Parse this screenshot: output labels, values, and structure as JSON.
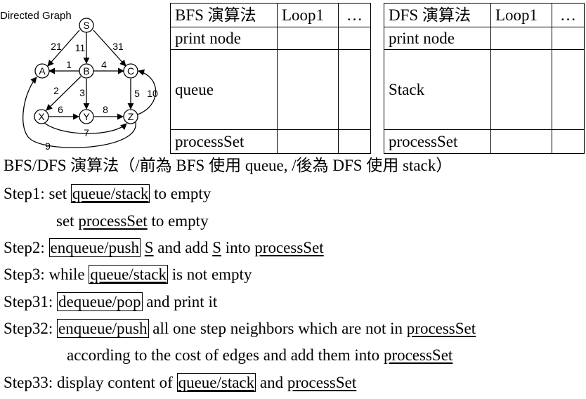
{
  "graph": {
    "title": "Directed Graph",
    "nodes": [
      {
        "id": "S",
        "label": "S"
      },
      {
        "id": "A",
        "label": "A"
      },
      {
        "id": "B",
        "label": "B"
      },
      {
        "id": "C",
        "label": "C"
      },
      {
        "id": "X",
        "label": "X"
      },
      {
        "id": "Y",
        "label": "Y"
      },
      {
        "id": "Z",
        "label": "Z"
      }
    ],
    "edges": [
      {
        "from": "S",
        "to": "A",
        "weight": "21"
      },
      {
        "from": "S",
        "to": "B",
        "weight": "11"
      },
      {
        "from": "S",
        "to": "C",
        "weight": "31"
      },
      {
        "from": "B",
        "to": "A",
        "weight": "1"
      },
      {
        "from": "B",
        "to": "C",
        "weight": "4"
      },
      {
        "from": "B",
        "to": "X",
        "weight": "2"
      },
      {
        "from": "B",
        "to": "Y",
        "weight": "3"
      },
      {
        "from": "C",
        "to": "Z",
        "weight": "5"
      },
      {
        "from": "Z",
        "to": "C",
        "weight": "10"
      },
      {
        "from": "X",
        "to": "Y",
        "weight": "6"
      },
      {
        "from": "Y",
        "to": "Z",
        "weight": "8"
      },
      {
        "from": "X",
        "to": "Z",
        "weight": "7"
      },
      {
        "from": "Z",
        "to": "A",
        "weight": "9"
      }
    ]
  },
  "bfs_table": {
    "header": [
      "BFS 演算法",
      "Loop1",
      "…"
    ],
    "rows": [
      "print node",
      "queue",
      "processSet"
    ]
  },
  "dfs_table": {
    "header": [
      "DFS 演算法",
      "Loop1",
      "…"
    ],
    "rows": [
      "print node",
      "Stack",
      "processSet"
    ]
  },
  "steps": {
    "title": "BFS/DFS 演算法（/前為 BFS 使用 queue, /後為 DFS 使用 stack）",
    "step1_a": "Step1: set ",
    "step1_b": "queue/stack",
    "step1_c": " to empty",
    "step1b_a": "set ",
    "step1b_b": "processSet",
    "step1b_c": " to empty",
    "step2_a": "Step2: ",
    "step2_b": "enqueue/push",
    "step2_c": " ",
    "step2_d": "S",
    "step2_e": " and add ",
    "step2_f": "S",
    "step2_g": " into ",
    "step2_h": "processSet",
    "step3_a": "Step3: while ",
    "step3_b": "queue/stack",
    "step3_c": " is not empty",
    "step31_a": "Step31: ",
    "step31_b": "dequeue/pop",
    "step31_c": " and print it",
    "step32_a": "Step32: ",
    "step32_b": "enqueue/push",
    "step32_c": " all one step neighbors which are not in ",
    "step32_d": "processSet",
    "step32b_a": "according to the cost of edges and add them into ",
    "step32b_b": "processSet",
    "step33_a": "Step33: display content of ",
    "step33_b": "queue/stack",
    "step33_c": " and ",
    "step33_d": "processSet"
  }
}
